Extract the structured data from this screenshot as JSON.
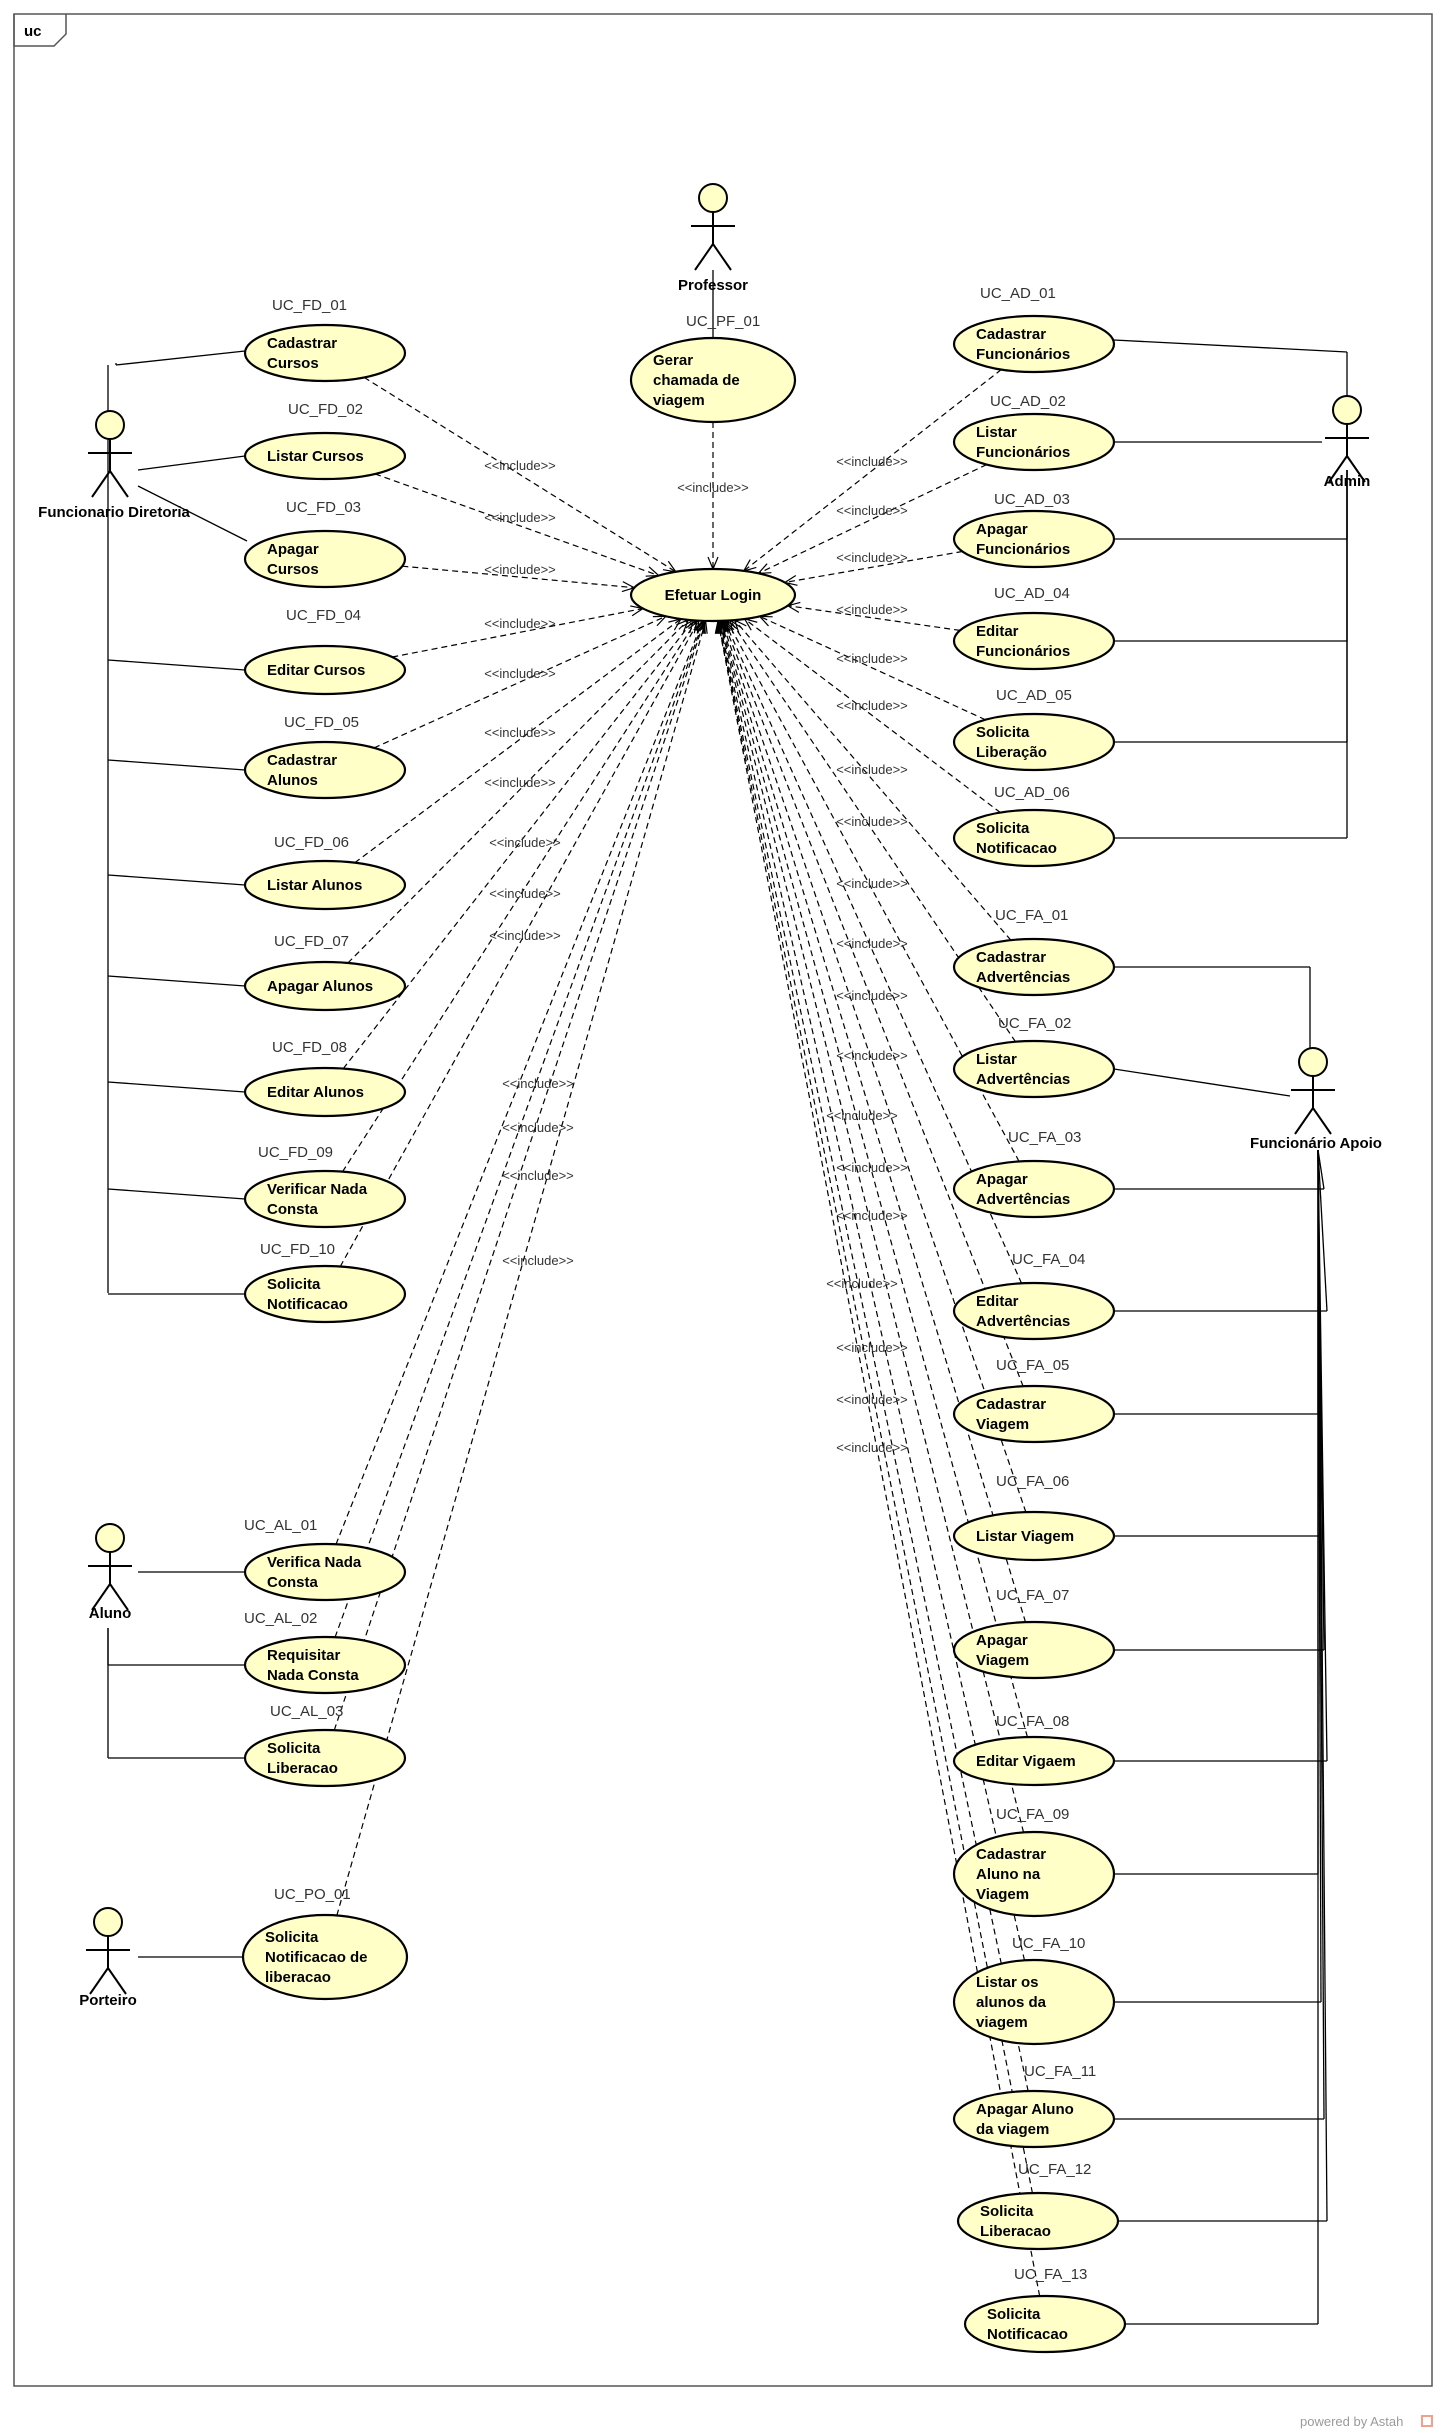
{
  "frame": {
    "label": "uc"
  },
  "watermark": {
    "text": "powered by Astah"
  },
  "colors": {
    "usecase_fill": "#ffffc8",
    "line": "#000000",
    "actor_fill": "#ffffc8"
  },
  "actors": [
    {
      "id": "fd",
      "name": "Funcionario Diretoria"
    },
    {
      "id": "prof",
      "name": "Professor"
    },
    {
      "id": "admin",
      "name": "Admin"
    },
    {
      "id": "fa",
      "name": "Funcionário Apoio"
    },
    {
      "id": "aluno",
      "name": "Aluno"
    },
    {
      "id": "porteiro",
      "name": "Porteiro"
    }
  ],
  "login": {
    "label": "Efetuar Login"
  },
  "include_label": "<<include>>",
  "use_cases": [
    {
      "code": "UC_FD_01",
      "lines": [
        "Cadastrar",
        "Cursos"
      ]
    },
    {
      "code": "UC_FD_02",
      "lines": [
        "Listar Cursos"
      ]
    },
    {
      "code": "UC_FD_03",
      "lines": [
        "Apagar",
        "Cursos"
      ]
    },
    {
      "code": "UC_FD_04",
      "lines": [
        "Editar Cursos"
      ]
    },
    {
      "code": "UC_FD_05",
      "lines": [
        "Cadastrar",
        "Alunos"
      ]
    },
    {
      "code": "UC_FD_06",
      "lines": [
        "Listar Alunos"
      ]
    },
    {
      "code": "UC_FD_07",
      "lines": [
        "Apagar Alunos"
      ]
    },
    {
      "code": "UC_FD_08",
      "lines": [
        "Editar Alunos"
      ]
    },
    {
      "code": "UC_FD_09",
      "lines": [
        "Verificar Nada",
        "Consta"
      ]
    },
    {
      "code": "UC_FD_10",
      "lines": [
        "Solicita",
        "Notificacao"
      ]
    },
    {
      "code": "UC_PF_01",
      "lines": [
        "Gerar",
        "chamada de",
        "viagem"
      ]
    },
    {
      "code": "UC_AD_01",
      "lines": [
        "Cadastrar",
        "Funcionários"
      ]
    },
    {
      "code": "UC_AD_02",
      "lines": [
        "Listar",
        "Funcionários"
      ]
    },
    {
      "code": "UC_AD_03",
      "lines": [
        "Apagar",
        "Funcionários"
      ]
    },
    {
      "code": "UC_AD_04",
      "lines": [
        "Editar",
        "Funcionários"
      ]
    },
    {
      "code": "UC_AD_05",
      "lines": [
        "Solicita",
        "Liberação"
      ]
    },
    {
      "code": "UC_AD_06",
      "lines": [
        "Solicita",
        "Notificacao"
      ]
    },
    {
      "code": "UC_FA_01",
      "lines": [
        "Cadastrar",
        "Advertências"
      ]
    },
    {
      "code": "UC_FA_02",
      "lines": [
        "Listar",
        "Advertências"
      ]
    },
    {
      "code": "UC_FA_03",
      "lines": [
        "Apagar",
        "Advertências"
      ]
    },
    {
      "code": "UC_FA_04",
      "lines": [
        "Editar",
        "Advertências"
      ]
    },
    {
      "code": "UC_FA_05",
      "lines": [
        "Cadastrar",
        "Viagem"
      ]
    },
    {
      "code": "UC_FA_06",
      "lines": [
        "Listar Viagem"
      ]
    },
    {
      "code": "UC_FA_07",
      "lines": [
        "Apagar",
        "Viagem"
      ]
    },
    {
      "code": "UC_FA_08",
      "lines": [
        "Editar Vigaem"
      ]
    },
    {
      "code": "UC_FA_09",
      "lines": [
        "Cadastrar",
        "Aluno na",
        "Viagem"
      ]
    },
    {
      "code": "UC_FA_10",
      "lines": [
        "Listar os",
        "alunos da",
        "viagem"
      ]
    },
    {
      "code": "UC_FA_11",
      "lines": [
        "Apagar Aluno",
        "da viagem"
      ]
    },
    {
      "code": "UC_FA_12",
      "lines": [
        "Solicita",
        "Liberacao"
      ]
    },
    {
      "code": "UC_FA_13",
      "lines": [
        "Solicita",
        "Notificacao"
      ]
    },
    {
      "code": "UC_AL_01",
      "lines": [
        "Verifica Nada",
        "Consta"
      ]
    },
    {
      "code": "UC_AL_02",
      "lines": [
        "Requisitar",
        "Nada Consta"
      ]
    },
    {
      "code": "UC_AL_03",
      "lines": [
        "Solicita",
        "Liberacao"
      ]
    },
    {
      "code": "UC_PO_01",
      "lines": [
        "Solicita",
        "Notificacao de",
        "liberacao"
      ]
    }
  ],
  "associations": {
    "fd": [
      "UC_FD_01",
      "UC_FD_02",
      "UC_FD_03",
      "UC_FD_04",
      "UC_FD_05",
      "UC_FD_06",
      "UC_FD_07",
      "UC_FD_08",
      "UC_FD_09",
      "UC_FD_10"
    ],
    "prof": [
      "UC_PF_01"
    ],
    "admin": [
      "UC_AD_01",
      "UC_AD_02",
      "UC_AD_03",
      "UC_AD_04",
      "UC_AD_05",
      "UC_AD_06"
    ],
    "fa": [
      "UC_FA_01",
      "UC_FA_02",
      "UC_FA_03",
      "UC_FA_04",
      "UC_FA_05",
      "UC_FA_06",
      "UC_FA_07",
      "UC_FA_08",
      "UC_FA_09",
      "UC_FA_10",
      "UC_FA_11",
      "UC_FA_12",
      "UC_FA_13"
    ],
    "aluno": [
      "UC_AL_01",
      "UC_AL_02",
      "UC_AL_03"
    ],
    "porteiro": [
      "UC_PO_01"
    ]
  }
}
